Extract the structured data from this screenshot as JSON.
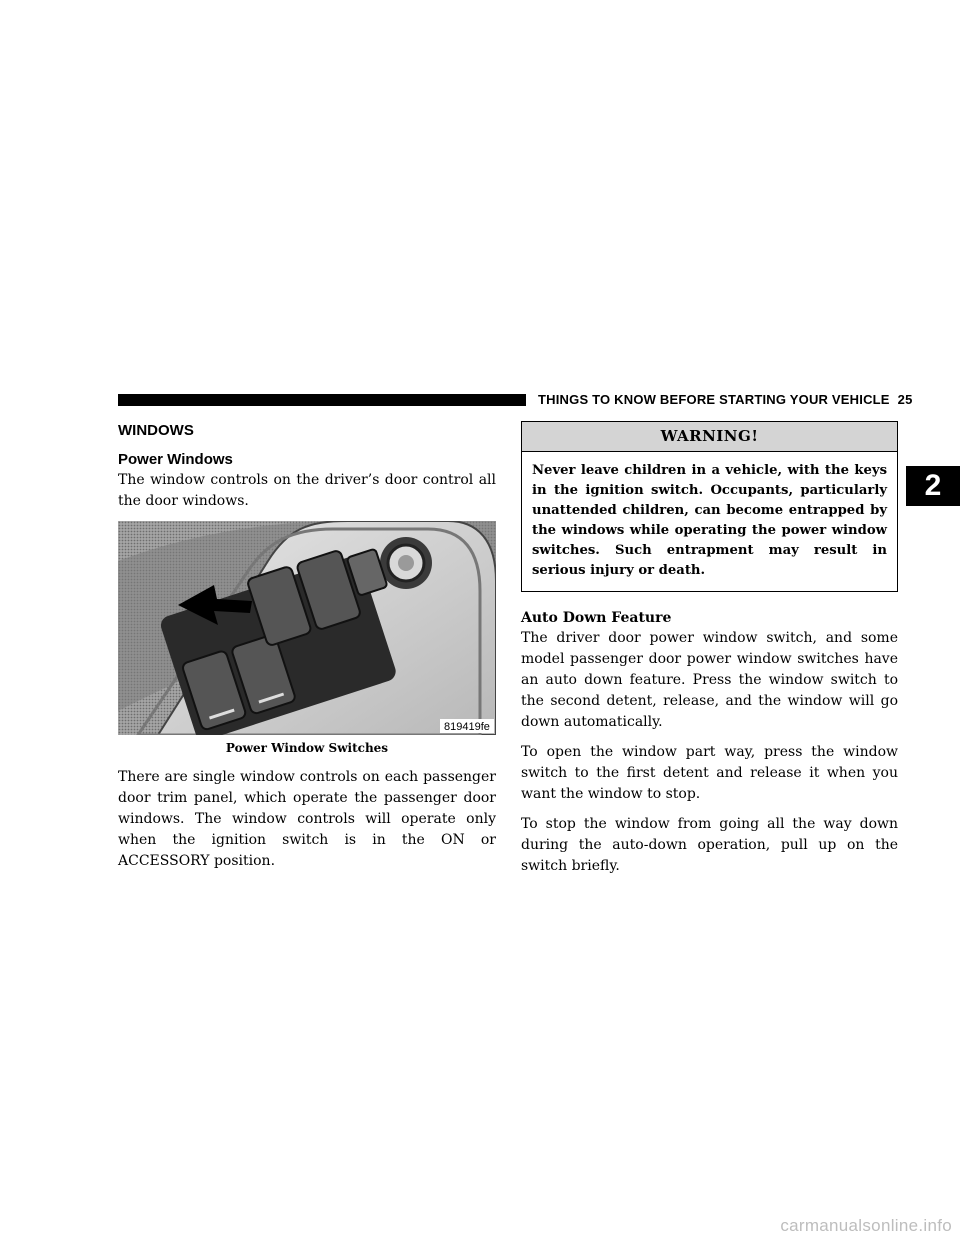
{
  "header": {
    "section_title": "THINGS TO KNOW BEFORE STARTING YOUR VEHICLE",
    "page_number": "25"
  },
  "chapter_tab": "2",
  "left": {
    "heading": "WINDOWS",
    "subheading": "Power Windows",
    "intro": "The window controls on the driver’s door control all the door windows.",
    "figure": {
      "code": "819419fe",
      "caption": "Power Window Switches"
    },
    "body": "There are single window controls on each passenger door trim panel, which operate the passenger door windows. The window controls will operate only when the ignition switch is in the ON or ACCESSORY position."
  },
  "warning": {
    "title": "WARNING!",
    "text": "Never leave children in a vehicle, with the keys in the ignition switch. Occupants, particularly unattended children, can become entrapped by the windows while operating the power window switches. Such entrapment may result in serious injury or death."
  },
  "right": {
    "heading": "Auto Down Feature",
    "p1": "The driver door power window switch, and some model passenger door power window switches have an auto down feature. Press the window switch to the second detent, release, and the window will go down automatically.",
    "p2": "To open the window part way, press the window switch to the first detent and release it when you want the window to stop.",
    "p3": "To stop the window from going all the way down during the auto-down operation, pull up on the switch briefly."
  },
  "watermark": "carmanualsonline.info",
  "colors": {
    "ink": "#000000",
    "warning_band": "#d4d4d4",
    "watermark": "#bdbdbd"
  }
}
